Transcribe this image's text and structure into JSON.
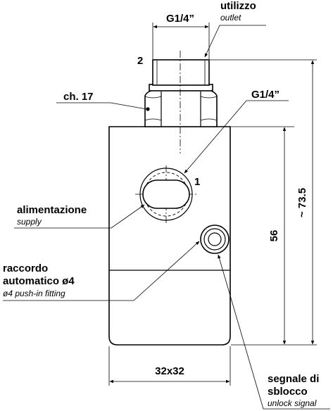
{
  "labels": {
    "outlet_it": "utilizzo",
    "outlet_en": "outlet",
    "outlet_thread": "G1/4”",
    "outlet_port_number": "2",
    "hex_size": "ch. 17",
    "inlet_thread": "G1/4”",
    "inlet_port_number": "1",
    "supply_it": "alimentazione",
    "supply_en": "supply",
    "fitting_it_line1": "raccordo",
    "fitting_it_line2": "automatico ø4",
    "fitting_en": "ø4 push-in fitting",
    "signal_it_line1": "segnale di",
    "signal_it_line2": "sblocco",
    "signal_en": "unlock signal"
  },
  "dimensions": {
    "total_height": "~ 73.5",
    "body_height": "56",
    "body_section": "32x32",
    "outlet_thread_width": "G1/4”"
  }
}
